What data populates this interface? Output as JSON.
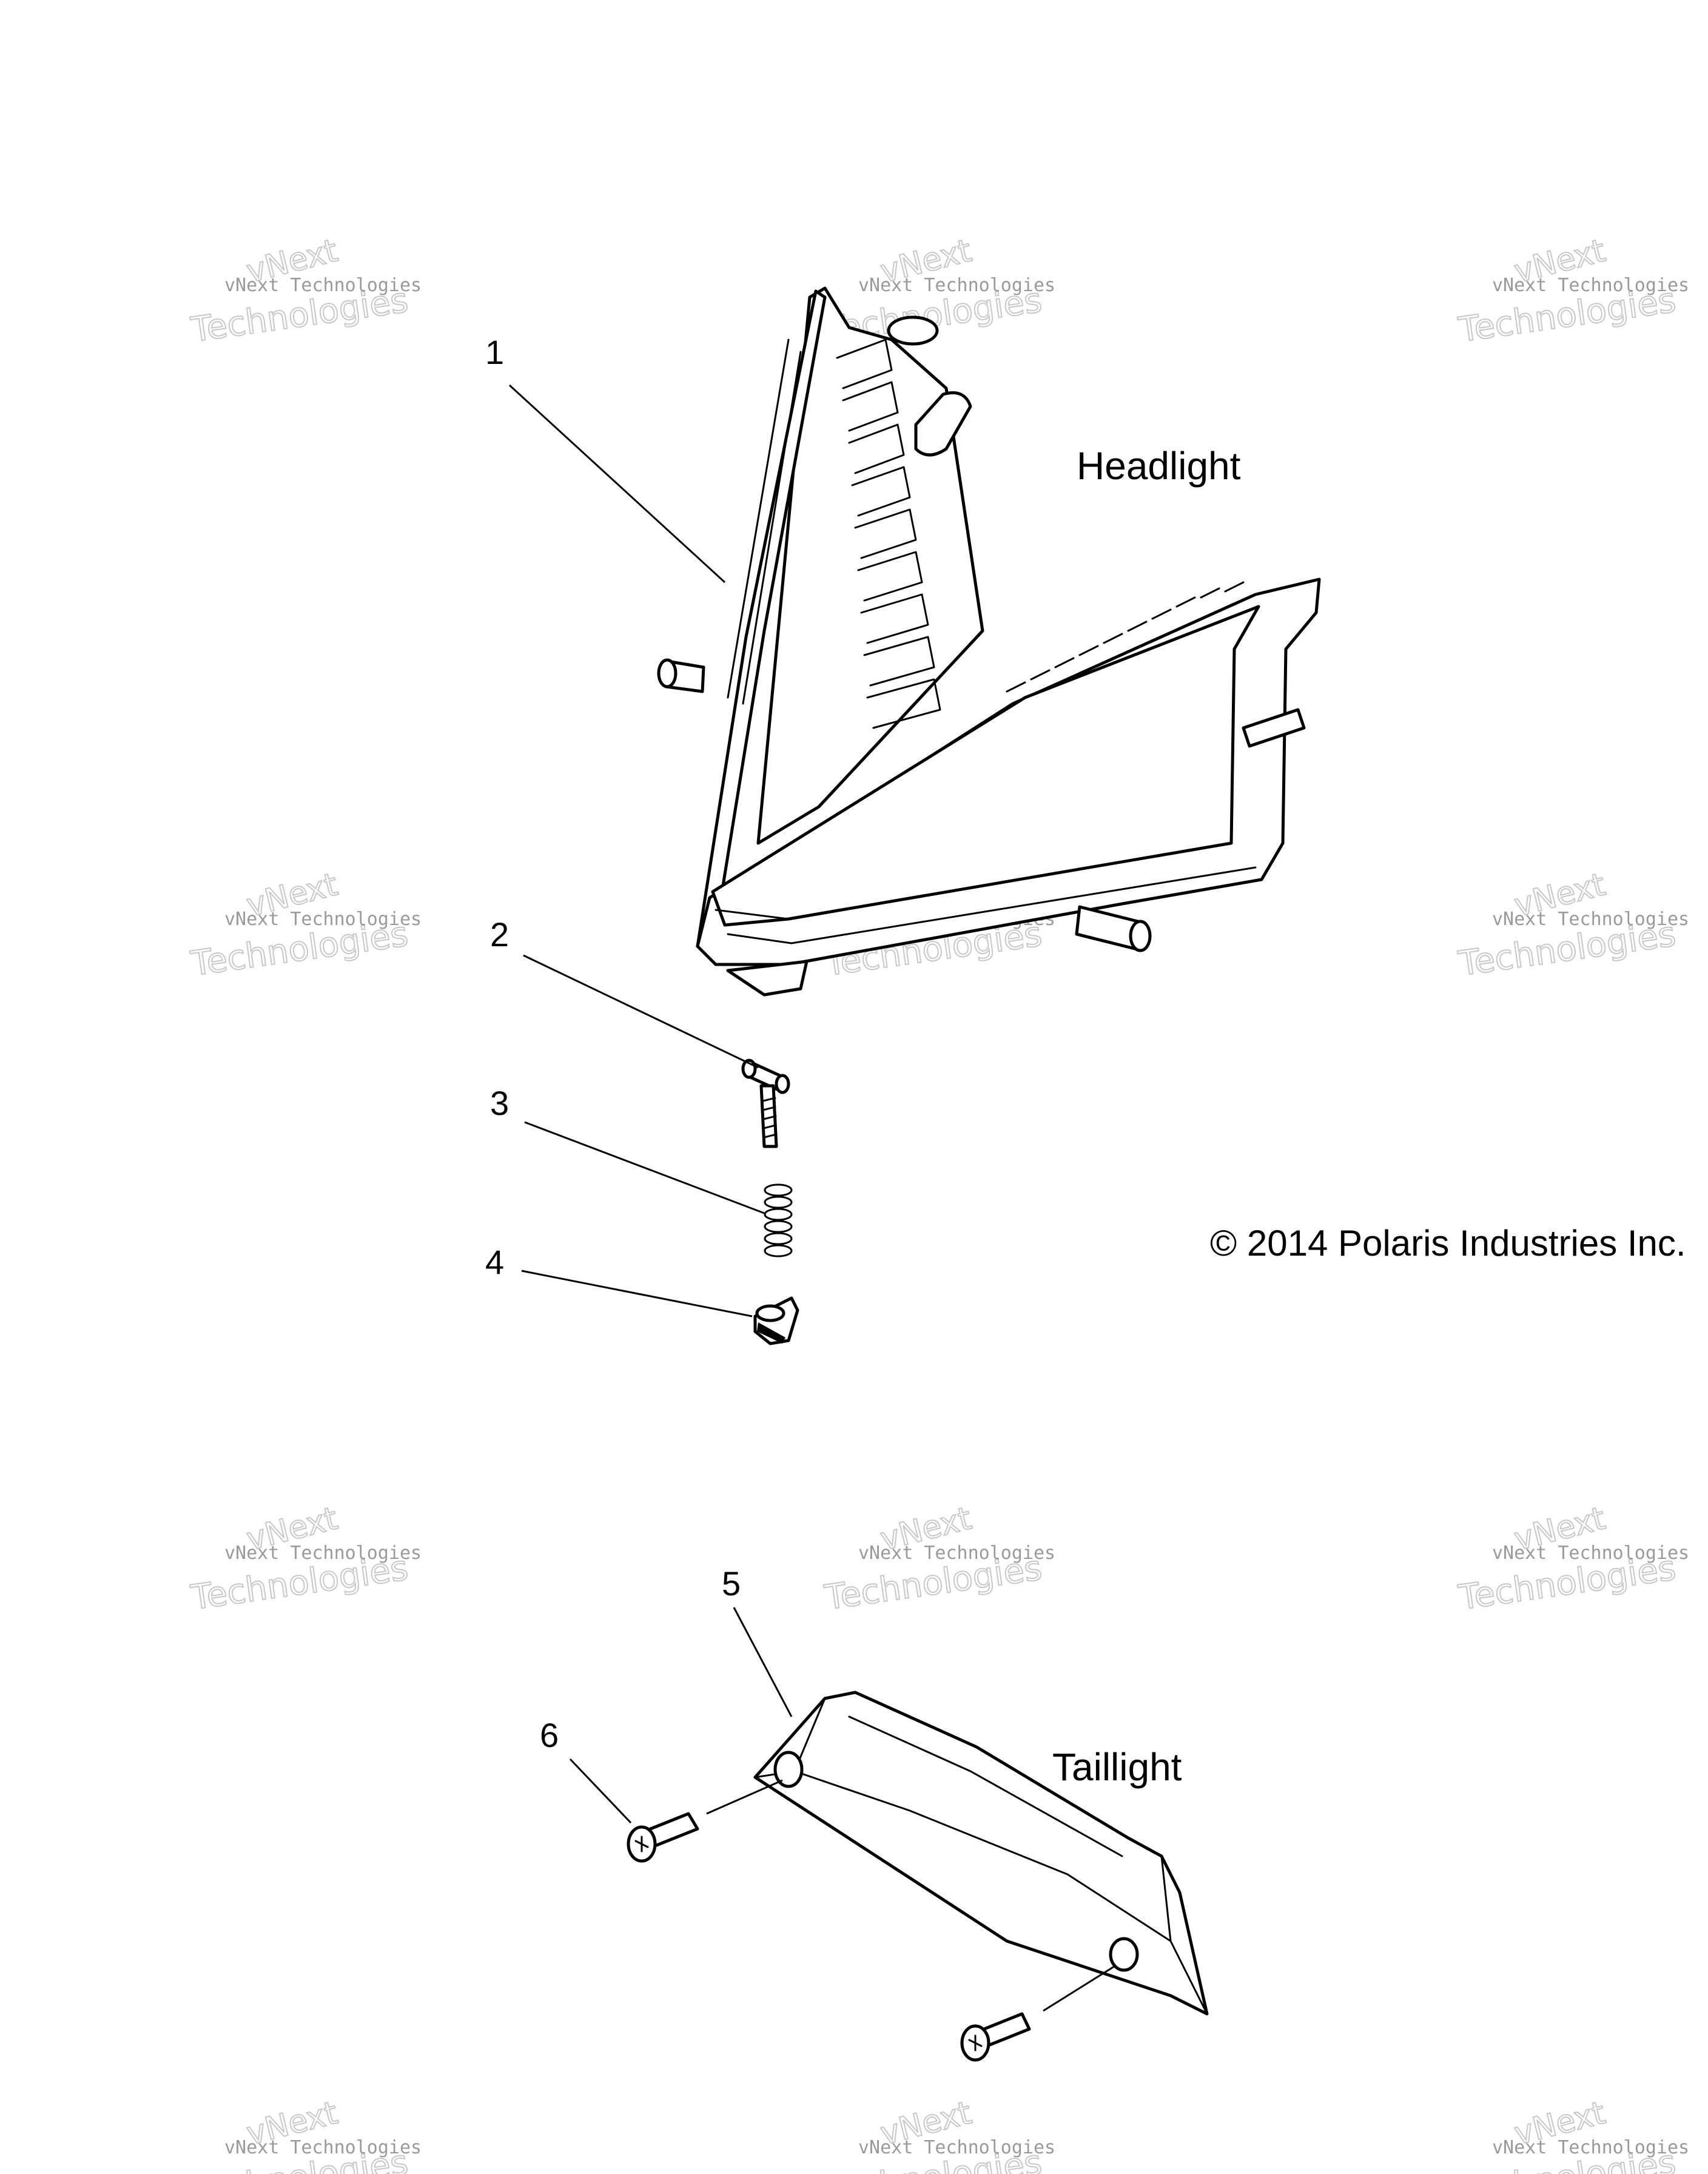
{
  "diagram": {
    "sections": [
      {
        "id": "headlight",
        "title": "Headlight"
      },
      {
        "id": "taillight",
        "title": "Taillight"
      }
    ],
    "callouts": [
      "1",
      "2",
      "3",
      "4",
      "5",
      "6"
    ],
    "copyright": "© 2014 Polaris Industries Inc."
  },
  "watermark": {
    "line1": "vNext Technologies",
    "line2_top": "vNext",
    "line2_bottom": "Technologies"
  },
  "colors": {
    "ink": "#000000",
    "watermark": "#9a9a9a",
    "background": "#ffffff"
  }
}
